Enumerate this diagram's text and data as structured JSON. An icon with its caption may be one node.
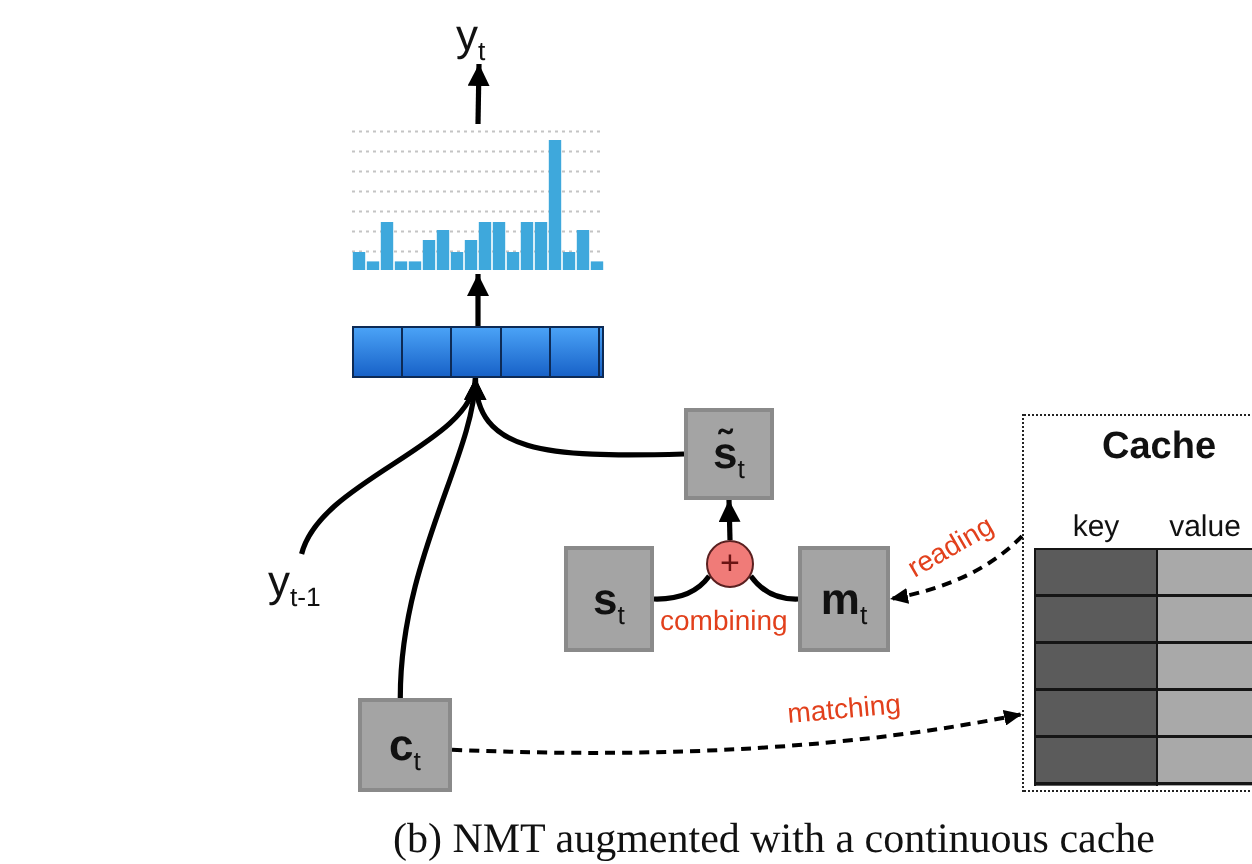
{
  "diagram": {
    "caption": "(b) NMT augmented with a continuous cache",
    "nodes": [
      {
        "text": [
          "y$_{t}$"
        ]
      },
      {
        "text": [],
        "shape": "picture"
      },
      {
        "text": [],
        "shape": "box"
      },
      {
        "text": [
          "**s̃**$_{t}$"
        ]
      },
      {
        "text": [
          "Cache"
        ]
      },
      {
        "text": [
          "key"
        ],
        "in": 4
      },
      {
        "text": [
          "value"
        ],
        "in": 4
      },
      {
        "text": [
          "y$_{t-1}$"
        ]
      },
      {
        "text": [
          "**s**$_{t}$"
        ]
      },
      {
        "text": [
          "+"
        ],
        "beside": [
          "combining"
        ]
      },
      {
        "text": [
          "**m**$_{t}$"
        ]
      },
      {
        "text": [
          "**c**$_{t}$"
        ]
      }
    ],
    "edges": [
      {
        "from": 1,
        "to": 0,
        "arrow": "to"
      },
      {
        "from": 2,
        "to": 1,
        "arrow": "to"
      },
      {
        "from": 7,
        "to": 2,
        "arrow": "to"
      },
      {
        "from": 11,
        "to": 2,
        "arrow": "to"
      },
      {
        "from": 3,
        "to": 2,
        "arrow": "to"
      },
      {
        "from": 9,
        "to": 3,
        "arrow": "to"
      },
      {
        "from": 8,
        "to": 9,
        "arrow": "none"
      },
      {
        "from": 10,
        "to": 9,
        "arrow": "none"
      },
      {
        "from": 4,
        "to": 10,
        "arrow": "to",
        "label": "reading",
        "style": "dashed"
      },
      {
        "from": 11,
        "to": 4,
        "arrow": "to",
        "label": "matching",
        "style": "dashed"
      }
    ]
  }
}
